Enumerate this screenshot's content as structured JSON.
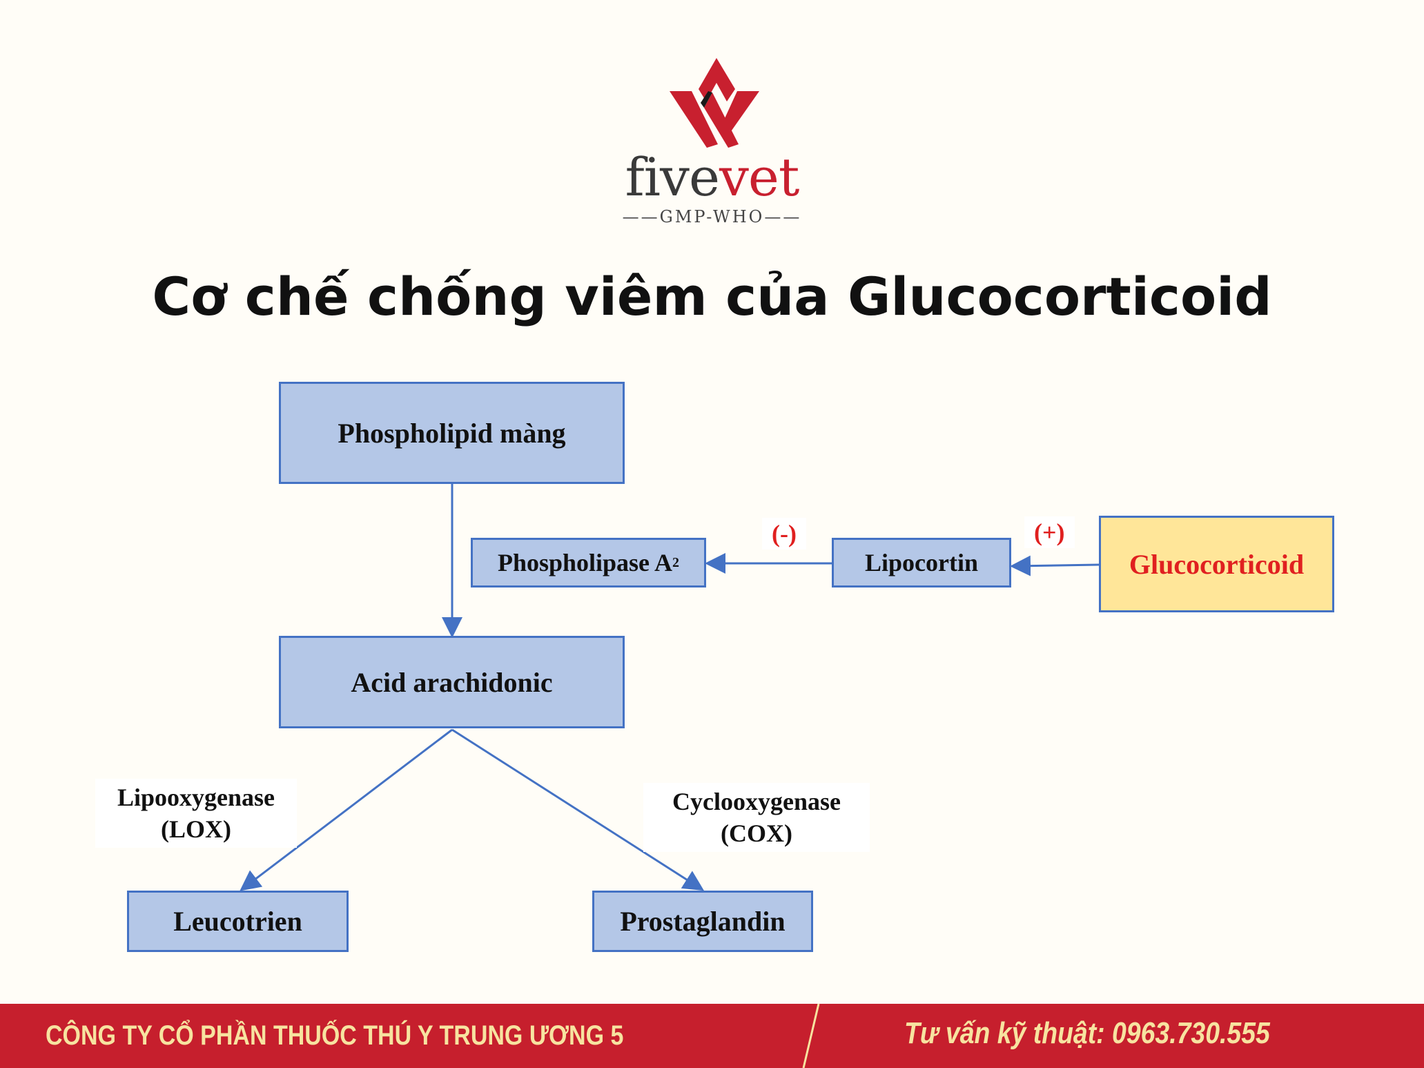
{
  "logo": {
    "word_part1": "five",
    "word_part2": "vet",
    "tagline": "GMP-WHO",
    "colors": {
      "red": "#c8202f",
      "dark": "#3a3a3a"
    }
  },
  "title": "Cơ chế chống viêm của Glucocorticoid",
  "diagram": {
    "nodes": {
      "phospholipid": "Phospholipid màng",
      "phospholipase": "Phospholipase A",
      "phospholipase_sub": "2",
      "lipocortin": "Lipocortin",
      "glucocorticoid": "Glucocorticoid",
      "arachidonic": "Acid arachidonic",
      "leucotrien": "Leucotrien",
      "prostaglandin": "Prostaglandin"
    },
    "edge_labels": {
      "inhibit": "(-)",
      "stimulate": "(+)",
      "lox_line1": "Lipooxygenase",
      "lox_line2": "(LOX)",
      "cox_line1": "Cyclooxygenase",
      "cox_line2": "(COX)"
    },
    "colors": {
      "box_fill": "#b4c7e7",
      "box_border": "#4472c4",
      "highlight_fill": "#ffe699",
      "highlight_text": "#e02020"
    }
  },
  "footer": {
    "company": "CÔNG TY CỔ PHẦN THUỐC THÚ Y TRUNG ƯƠNG 5",
    "hotline": "Tư vấn kỹ thuật: 0963.730.555",
    "bg": "#c61f2d"
  }
}
